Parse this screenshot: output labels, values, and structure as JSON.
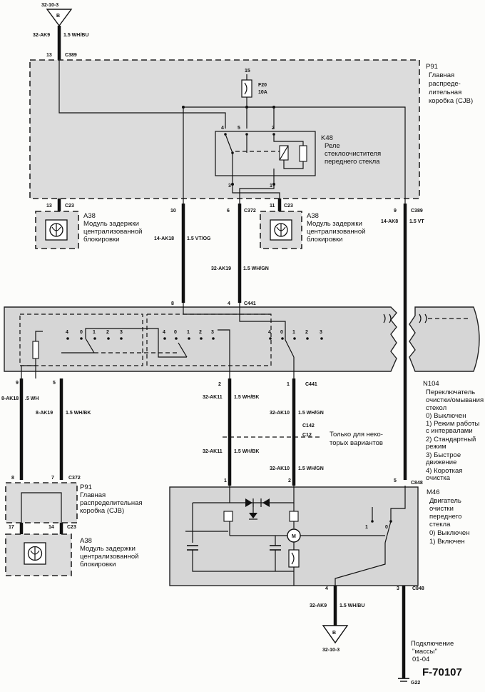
{
  "top": {
    "connector_ref": "32-10-3",
    "connector_letter": "B",
    "wire_id": "32-AK9",
    "wire_spec": "1.5 WH/BU",
    "pin": "13",
    "conn": "C389"
  },
  "cjb_top": {
    "code": "P91",
    "name_lines": [
      "Главная",
      "распреде-",
      "лительная",
      "коробка (CJB)"
    ]
  },
  "fuse": {
    "pin": "15",
    "id": "F20",
    "rating": "10A"
  },
  "relay": {
    "code": "K48",
    "name_lines": [
      "Реле",
      "стеклоочистителя",
      "переднего стекла"
    ],
    "pin_4": "4",
    "pin_5": "5",
    "pin_2": "2",
    "pin_1": "1",
    "pin_3": "3"
  },
  "a38_left": {
    "pin": "13",
    "conn": "C23",
    "code": "A38",
    "name_lines": [
      "Модуль задержки",
      "централизованной",
      "блокировки"
    ]
  },
  "a38_mid": {
    "pin": "11",
    "conn": "C23",
    "code": "A38",
    "name_lines": [
      "Модуль задержки",
      "централизованной",
      "блокировки"
    ]
  },
  "c372": {
    "pin_10": "10",
    "pin_6": "6",
    "conn": "C372"
  },
  "c389_right": {
    "pin": "9",
    "conn": "C389",
    "wire_id": "14-AK8",
    "wire_spec": "1.5 VT"
  },
  "wires_mid": {
    "w1_id": "14-AK18",
    "w1_spec": "1.5 VT/OG",
    "w2_id": "32-AK19",
    "w2_spec": "1.5 WH/GN"
  },
  "c441_top": {
    "pin_8": "8",
    "pin_4": "4",
    "conn": "C441"
  },
  "switch_positions": {
    "g1": [
      "4",
      "0",
      "1",
      "2",
      "3"
    ],
    "g2": [
      "4",
      "0",
      "1",
      "2",
      "3"
    ],
    "g3": [
      "4",
      "0",
      "1",
      "2",
      "3"
    ]
  },
  "n104": {
    "code": "N104",
    "name_lines": [
      "Переключатель",
      "очистки/омывания",
      "стекол"
    ],
    "states": [
      "0)  Выключен",
      "1)  Режим работы",
      "     с интервалами",
      "2)  Стандартный",
      "     режим",
      "3)  Быстрое",
      "     движение",
      "4)  Короткая",
      "     очистка"
    ]
  },
  "lower_left": {
    "pin_9": "9",
    "pin_5": "5",
    "w1_id": "8-AK18",
    "w1_spec": ".5 WH",
    "w2_id": "8-AK19",
    "w2_spec": "1.5 WH/BK"
  },
  "c441_bottom": {
    "pin_2": "2",
    "pin_1": "1",
    "conn": "C441",
    "w1_id": "32-AK11",
    "w1_spec": "1.5 WH/BK",
    "w2_id": "32-AK10",
    "w2_spec": "1.5 WH/GN"
  },
  "optional": {
    "c142": "C142",
    "c12": "C12",
    "note_lines": [
      "Только для неко-",
      "торых вариантов"
    ],
    "w1_id": "32-AK11",
    "w1_spec": "1.5 WH/BK",
    "w2_id": "32-AK10",
    "w2_spec": "1.5 WH/GN"
  },
  "cjb_bottom": {
    "pin_8": "8",
    "pin_7": "7",
    "conn": "C372",
    "code": "P91",
    "name_lines": [
      "Главная",
      "распределительная",
      "коробка (CJB)"
    ],
    "pin_17": "17",
    "pin_14": "14",
    "conn2": "C23"
  },
  "a38_bottom": {
    "code": "A38",
    "name_lines": [
      "Модуль задержки",
      "централизованной",
      "блокировки"
    ]
  },
  "m46": {
    "pin_1": "1",
    "pin_2": "2",
    "pin_5": "5",
    "conn": "C848",
    "code": "M46",
    "name_lines": [
      "Двигатель",
      "очистки",
      "переднего",
      "стекла"
    ],
    "states": [
      "0)  Выключен",
      "1)  Включен"
    ],
    "sw_1": "1",
    "sw_0": "0"
  },
  "bottom": {
    "pin_4": "4",
    "pin_3": "3",
    "conn": "C848",
    "wire_id": "32-AK9",
    "wire_spec": "1.5 WH/BU",
    "connector_letter": "B",
    "connector_ref": "32-10-3",
    "ground_lines": [
      "Подключение",
      "\"массы\"",
      "01-04"
    ],
    "ground_id": "G22"
  },
  "figure_id": "F-70107"
}
